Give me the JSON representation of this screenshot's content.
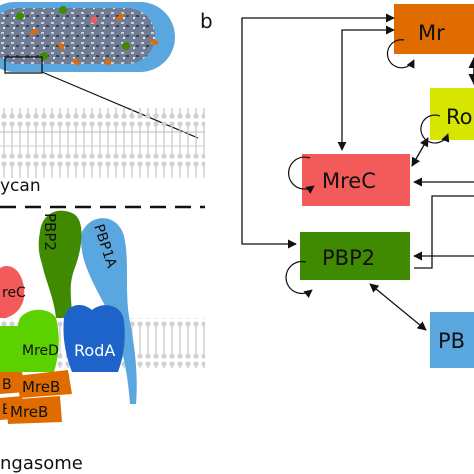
{
  "panel_a": {
    "label_membrane_word": "ycan",
    "label_complex": "ngasome",
    "proteins": {
      "pbp2": "PBP2",
      "pbp1a": "PBP1A",
      "mrec": "reC",
      "mred": "MreD",
      "roda": "RodA",
      "mreb_a": "B",
      "mreb_b": "MreB",
      "mreb_c": "B",
      "mreb_d": "MreB"
    }
  },
  "panel_b": {
    "panel_label": "b",
    "nodes": {
      "mre_top": "Mr",
      "rod": "Ro",
      "mrec": "MreC",
      "pbp2": "PBP2",
      "pbp": "PB"
    }
  },
  "colors": {
    "orange": "#e06c00",
    "yellow": "#d7e600",
    "red": "#f35a5a",
    "green": "#3f8a00",
    "blue": "#5aa7e0",
    "rod_blue": "#1e63c9",
    "mred_green": "#5cd100",
    "cell": "#5a6a8a"
  }
}
